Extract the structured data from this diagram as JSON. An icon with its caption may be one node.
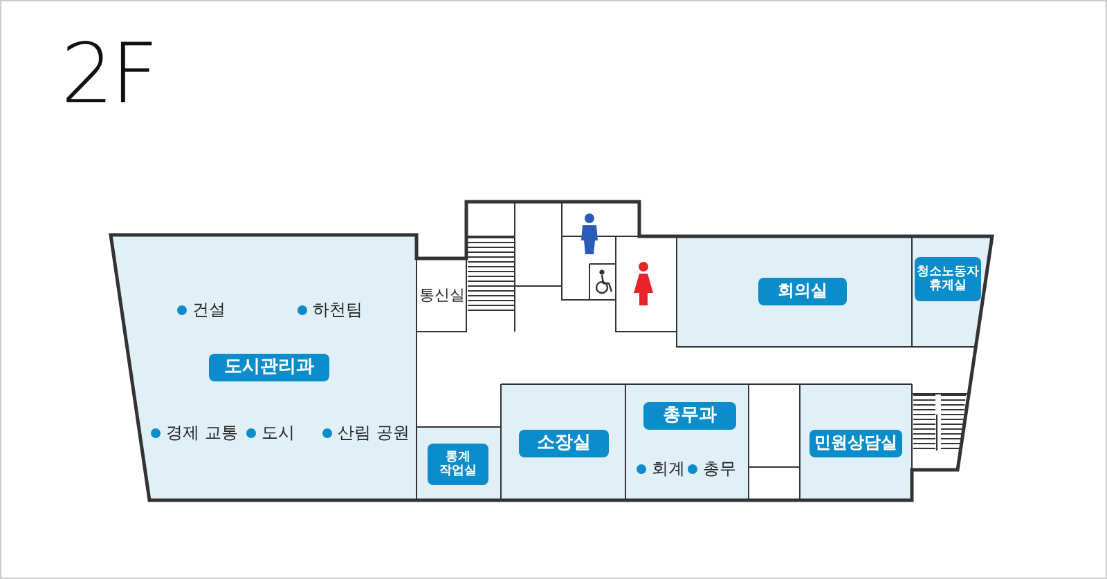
{
  "diagram": {
    "title": "2F",
    "nodes": [
      {
        "text": [
          "도시관리과",
          "건설",
          "하천팀",
          "경제 교통",
          "도시",
          "산림 공원"
        ]
      },
      {
        "text": [
          "통신실"
        ]
      },
      {
        "text": [
          "통계 작업실"
        ]
      },
      {
        "text": [
          "소장실"
        ]
      },
      {
        "text": [
          "총무과",
          "회계",
          "총무"
        ]
      },
      {
        "text": [
          "민원상담실"
        ]
      },
      {
        "text": [
          "회의실"
        ]
      },
      {
        "text": [
          "청소노동자 휴게실"
        ]
      }
    ]
  }
}
